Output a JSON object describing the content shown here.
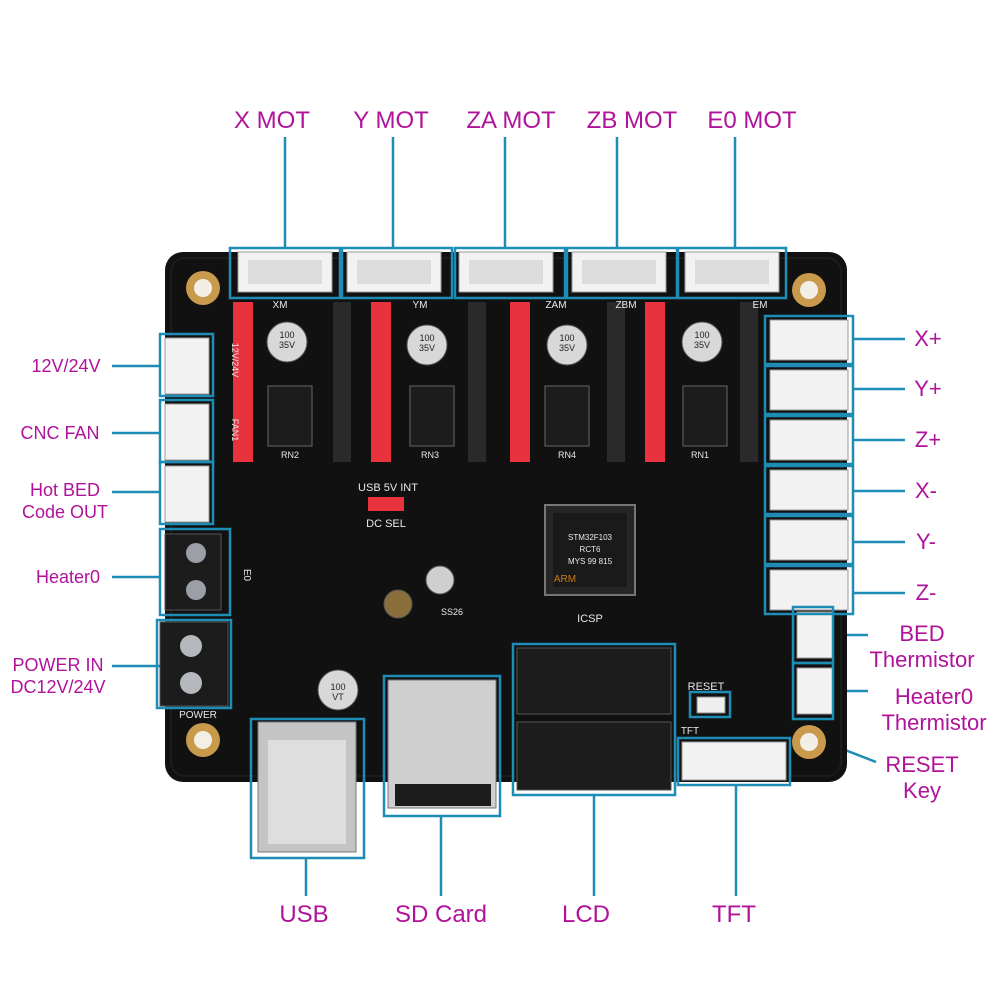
{
  "labels": {
    "top": [
      "X MOT",
      "Y MOT",
      "ZA MOT",
      "ZB MOT",
      "E0 MOT"
    ],
    "left": {
      "power_12v": "12V/24V",
      "cnc_fan": "CNC FAN",
      "hot_bed_line1": "Hot BED",
      "hot_bed_line2": "Code OUT",
      "heater0": "Heater0",
      "power_in_line1": "POWER IN",
      "power_in_line2": "DC12V/24V"
    },
    "right": {
      "x_plus": "X+",
      "y_plus": "Y+",
      "z_plus": "Z+",
      "x_minus": "X-",
      "y_minus": "Y-",
      "z_minus": "Z-",
      "bed_therm_line1": "BED",
      "bed_therm_line2": "Thermistor",
      "heater0_therm_line1": "Heater0",
      "heater0_therm_line2": "Thermistor",
      "reset_line1": "RESET",
      "reset_line2": "Key"
    },
    "bottom": [
      "USB",
      "SD Card",
      "LCD",
      "TFT"
    ]
  },
  "board_silk": {
    "driver_slots": [
      "XM",
      "YM",
      "ZAM",
      "ZBM",
      "EM"
    ],
    "capacitor_text": [
      "100",
      "35V",
      "VT"
    ],
    "resistor_nets": [
      "RN2",
      "RN3",
      "RN4",
      "RN1"
    ],
    "usb_5v_int": "USB 5V INT",
    "dc_sel": "DC SEL",
    "icsp": "ICSP",
    "reset": "RESET",
    "power": "POWER",
    "fan1": "FAN1",
    "e0": "E0",
    "v12_24": "12V/24V",
    "mcu_brand": "ARM",
    "mcu_lines": [
      "STM32F103",
      "RCT6",
      "MYS 99 815"
    ],
    "ss26": "SS26",
    "tft": "TFT"
  },
  "colors": {
    "label": "#b0129a",
    "leader": "#1e8cb4",
    "board": "#111111",
    "driver_header": "#e8333f",
    "connector": "#f2f2f2",
    "mounting_hole": "#c99a4b"
  }
}
